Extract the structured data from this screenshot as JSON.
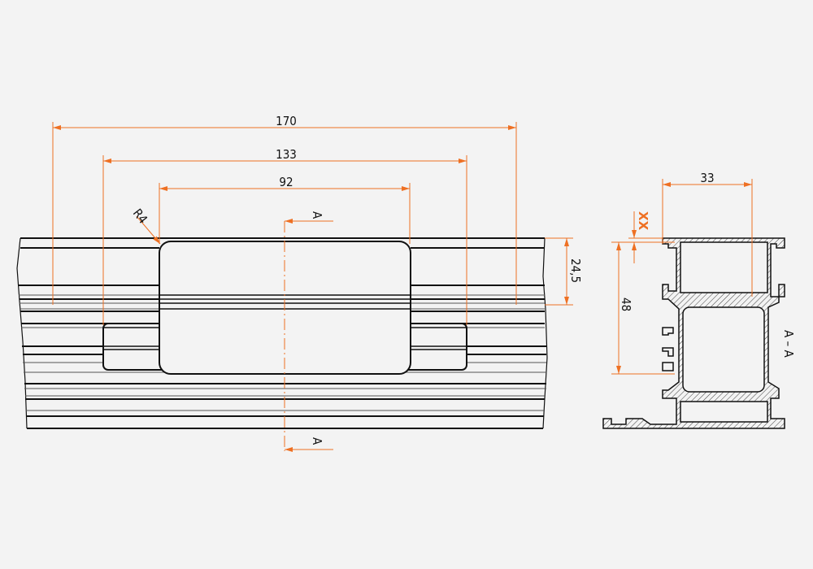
{
  "drawing": {
    "dimensions": {
      "overall_width": "170",
      "slot_width": "133",
      "window_width": "92",
      "corner_radius": "R4",
      "height_right": "24,5",
      "section_width": "33",
      "offset": "XX",
      "section_height": "48"
    },
    "section_marker_top": "A",
    "section_marker_bottom": "A",
    "section_label": "A – A"
  },
  "colors": {
    "dimension": "#ee7023",
    "line": "#111111",
    "background": "#f3f3f3"
  }
}
